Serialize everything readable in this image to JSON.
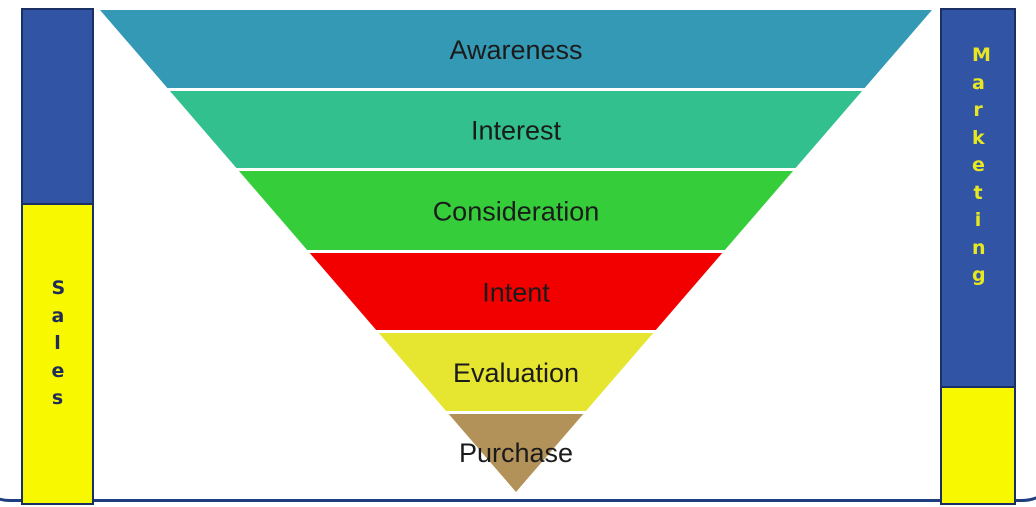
{
  "sales_label": "Sales",
  "marketing_label": "Marketing",
  "stages": [
    {
      "label": "Awareness",
      "color": "#3399b4"
    },
    {
      "label": "Interest",
      "color": "#33c08f"
    },
    {
      "label": "Consideration",
      "color": "#35cd3a"
    },
    {
      "label": "Intent",
      "color": "#f20000"
    },
    {
      "label": "Evaluation",
      "color": "#e6e631"
    },
    {
      "label": "Purchase",
      "color": "#b39259"
    }
  ],
  "colors": {
    "bar_blue": "#3254a5",
    "bar_yellow": "#f8f800",
    "border_navy": "#1a2f63"
  }
}
